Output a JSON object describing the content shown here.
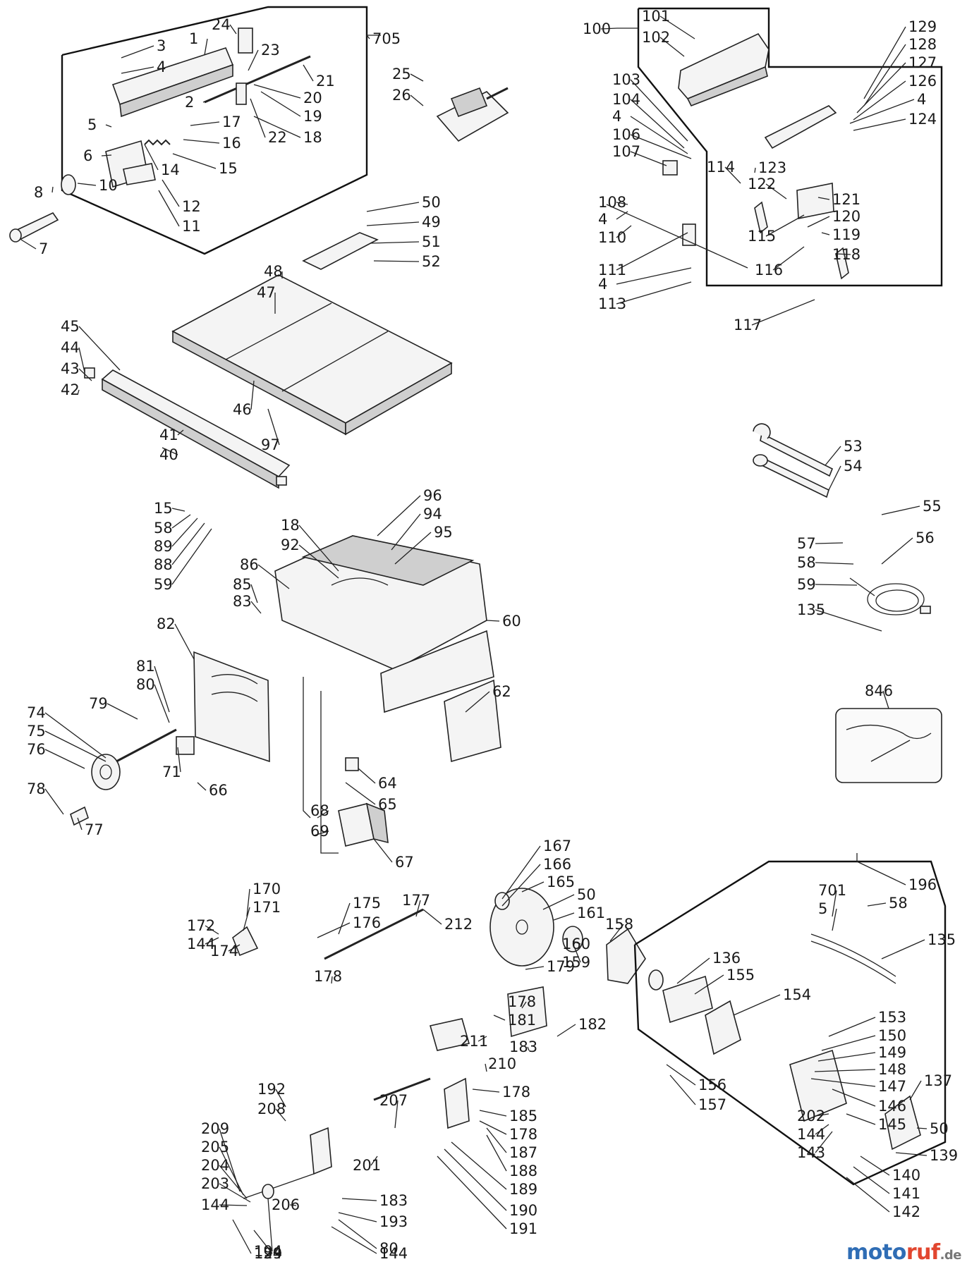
{
  "callouts": [
    "705",
    "1",
    "3",
    "4",
    "2",
    "5",
    "6",
    "24",
    "23",
    "21",
    "20",
    "22",
    "19",
    "17",
    "16",
    "18",
    "15",
    "14",
    "12",
    "11",
    "10",
    "8",
    "7",
    "25",
    "26",
    "100",
    "101",
    "102",
    "129",
    "128",
    "127",
    "126",
    "4",
    "124",
    "103",
    "104",
    "4",
    "106",
    "107",
    "123",
    "114",
    "122",
    "121",
    "108",
    "4",
    "110",
    "120",
    "119",
    "118",
    "115",
    "111",
    "116",
    "4",
    "113",
    "117",
    "50",
    "49",
    "51",
    "52",
    "48",
    "47",
    "45",
    "44",
    "43",
    "42",
    "46",
    "97",
    "41",
    "40",
    "53",
    "54",
    "55",
    "57",
    "58",
    "56",
    "59",
    "135",
    "15",
    "58",
    "89",
    "88",
    "59",
    "18",
    "92",
    "96",
    "94",
    "95",
    "86",
    "85",
    "83",
    "60",
    "82",
    "81",
    "80",
    "79",
    "74",
    "75",
    "76",
    "78",
    "77",
    "71",
    "66",
    "62",
    "64",
    "65",
    "68",
    "69",
    "67",
    "846",
    "167",
    "166",
    "165",
    "50",
    "161",
    "160",
    "159",
    "158",
    "170",
    "171",
    "172",
    "144",
    "174",
    "175",
    "176",
    "177",
    "212",
    "178",
    "179",
    "178",
    "181",
    "182",
    "183",
    "211",
    "210",
    "178",
    "185",
    "178",
    "187",
    "188",
    "189",
    "190",
    "191",
    "192",
    "208",
    "207",
    "209",
    "205",
    "204",
    "203",
    "144",
    "201",
    "206",
    "183",
    "193",
    "194",
    "199",
    "124",
    "80",
    "144",
    "196",
    "701",
    "5",
    "58",
    "135",
    "136",
    "155",
    "154",
    "153",
    "150",
    "149",
    "148",
    "147",
    "146",
    "145",
    "156",
    "157",
    "202",
    "144",
    "143",
    "137",
    "50",
    "139",
    "140",
    "141",
    "142"
  ],
  "brand": {
    "part1": "moto",
    "part2": "ruf",
    "part3": ".de"
  },
  "colors": {
    "ink": "#1a1a1a",
    "brand_blue": "#2f6db5",
    "brand_red": "#e2462f"
  }
}
